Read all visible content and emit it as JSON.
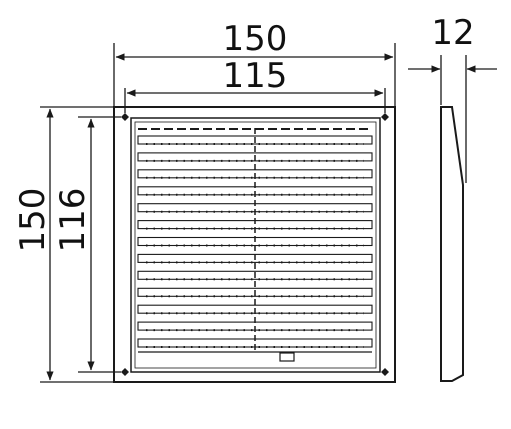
{
  "drawing": {
    "overall_width": "150",
    "inner_width": "115",
    "depth": "12",
    "overall_height": "150",
    "inner_height": "116"
  },
  "grille": {
    "slat_count": 13
  },
  "colors": {
    "line": "#1a1a1a",
    "background": "#ffffff"
  }
}
